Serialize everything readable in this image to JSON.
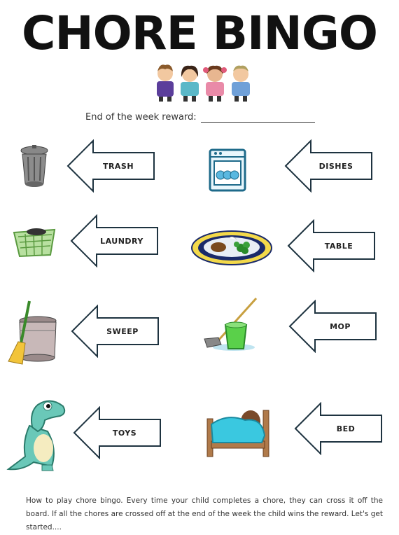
{
  "title": "CHORE BINGO",
  "reward": {
    "label": "End of the week reward:"
  },
  "chores": [
    {
      "label": "TRASH",
      "icon": "trash-can-icon"
    },
    {
      "label": "DISHES",
      "icon": "dishwasher-icon"
    },
    {
      "label": "LAUNDRY",
      "icon": "laundry-basket-icon"
    },
    {
      "label": "TABLE",
      "icon": "dinner-plate-icon"
    },
    {
      "label": "SWEEP",
      "icon": "broom-icon"
    },
    {
      "label": "MOP",
      "icon": "mop-bucket-icon"
    },
    {
      "label": "TOYS",
      "icon": "toy-dinosaur-icon"
    },
    {
      "label": "BED",
      "icon": "bed-icon"
    }
  ],
  "instructions": "How to play chore bingo.  Every time your child completes a chore, they can cross it off the board.  If all the chores are crossed off at the end of the week the child wins the reward.  Let's get started....",
  "colors": {
    "arrow_stroke": "#1e3340",
    "title": "#111111"
  }
}
